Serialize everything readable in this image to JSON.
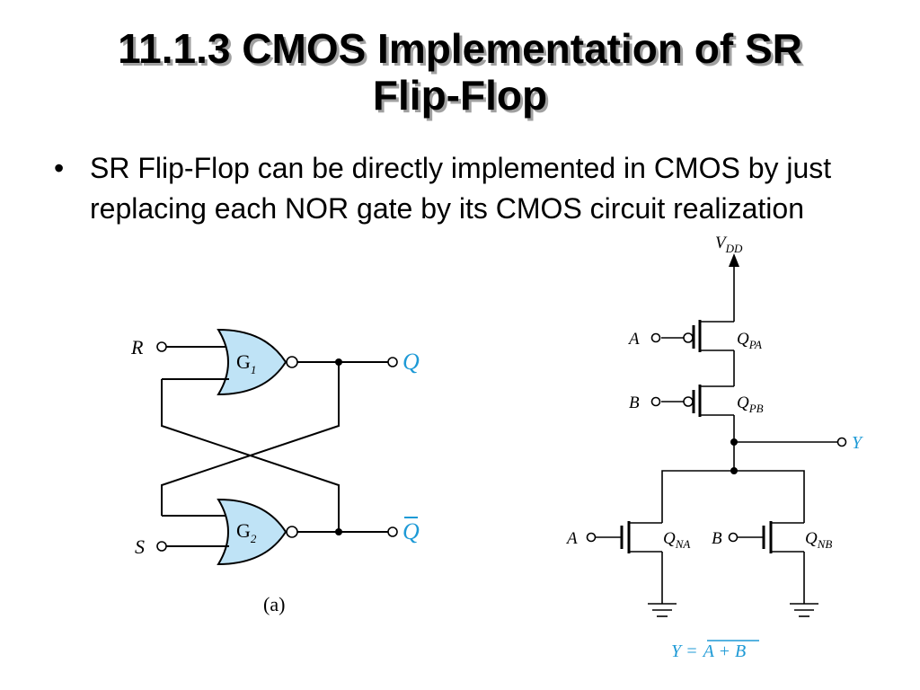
{
  "title": {
    "line1": "11.1.3 CMOS Implementation of SR",
    "line2": "Flip-Flop"
  },
  "bullets": [
    {
      "marker": "•",
      "text": "SR Flip-Flop can be directly implemented in CMOS by just replacing each NOR gate by its CMOS circuit realization"
    }
  ],
  "latch_diagram": {
    "input_r": "R",
    "input_s": "S",
    "gate1_main": "G",
    "gate1_sub": "1",
    "gate2_main": "G",
    "gate2_sub": "2",
    "output_q": "Q",
    "output_qbar": "Q",
    "caption": "(a)"
  },
  "nor_circuit": {
    "vdd_main": "V",
    "vdd_sub": "DD",
    "input_a": "A",
    "input_b": "B",
    "qpa_main": "Q",
    "qpa_sub": "PA",
    "qpb_main": "Q",
    "qpb_sub": "PB",
    "qna_main": "Q",
    "qna_sub": "NA",
    "qnb_main": "Q",
    "qnb_sub": "NB",
    "output_y": "Y",
    "eq_lhs": "Y =",
    "eq_rhs": "A + B"
  },
  "colors": {
    "gate_fill": "#bfe3f6",
    "output_label": "#1e9ad6",
    "title_shadow": "#a0a0a0"
  }
}
